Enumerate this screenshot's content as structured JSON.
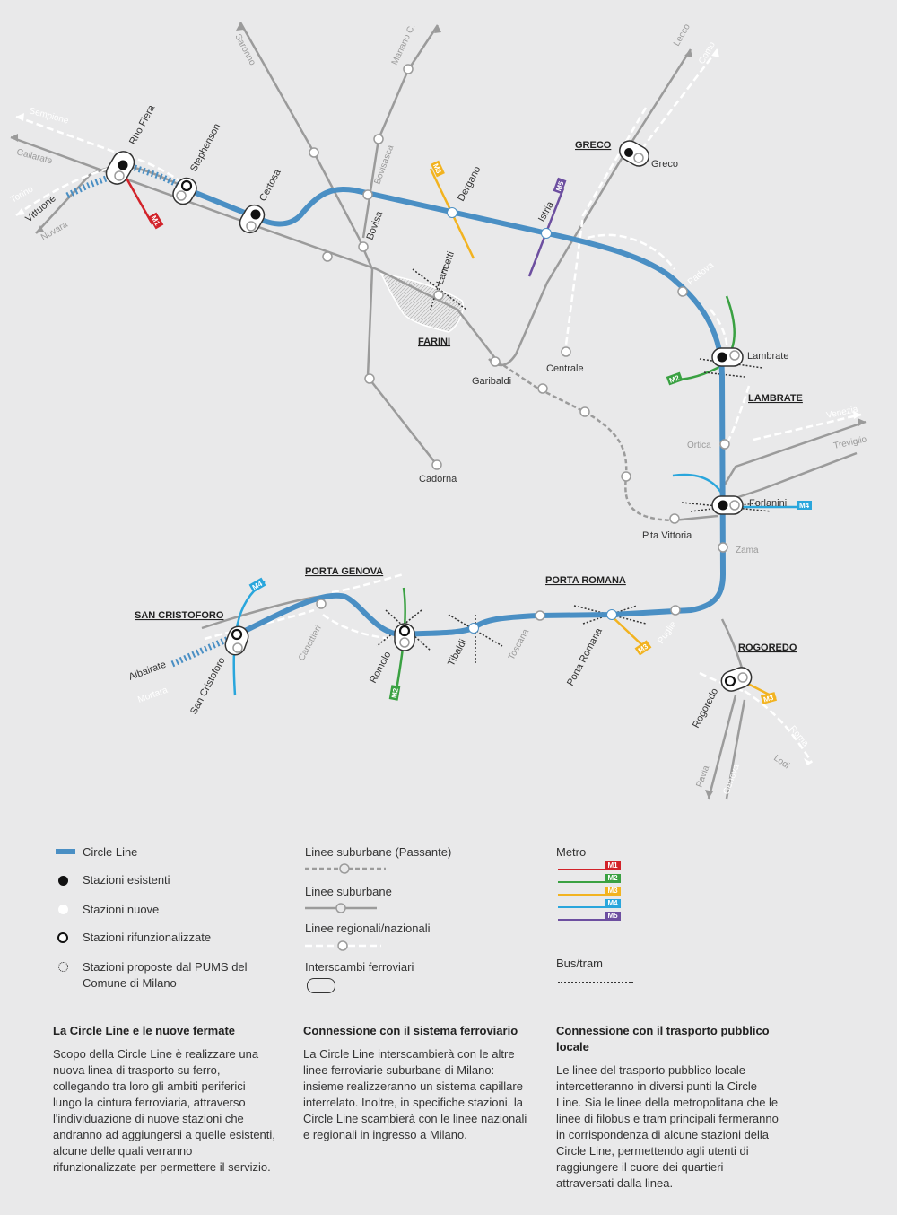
{
  "colors": {
    "circle_line": "#4a8fc4",
    "m1": "#d2232a",
    "m2": "#3aa142",
    "m3": "#f2b320",
    "m4": "#2aa6dc",
    "m5": "#6d4fa0",
    "suburban": "#9b9b9b",
    "regional": "#ffffff",
    "background": "#e9e9ea"
  },
  "map": {
    "areas": {
      "greco": "GRECO",
      "farini": "FARINI",
      "lambrate": "LAMBRATE",
      "porta_genova": "PORTA GENOVA",
      "san_cristoforo": "SAN CRISTOFORO",
      "porta_romana": "PORTA ROMANA",
      "rogoredo": "ROGOREDO"
    },
    "stations": {
      "rho_fiera": "Rho Fiera",
      "stephenson": "Stephenson",
      "certosa": "Certosa",
      "bovisa": "Bovisa",
      "bovisasca": "Bovisasca",
      "dergano": "Dergano",
      "lancetti": "Lancetti",
      "istria": "Istria",
      "greco": "Greco",
      "padova": "Padova",
      "lambrate": "Lambrate",
      "centrale": "Centrale",
      "garibaldi": "Garibaldi",
      "cadorna": "Cadorna",
      "ortica": "Ortica",
      "forlanini": "Forlanini",
      "pta_vittoria": "P.ta Vittoria",
      "zama": "Zama",
      "puglie": "Puglie",
      "porta_romana": "Porta Romana",
      "toscana": "Toscana",
      "tibaldi": "Tibaldi",
      "romolo": "Romolo",
      "canottieri": "Canottieri",
      "san_cristoforo": "San Cristoforo",
      "rogoredo": "Rogoredo"
    },
    "directions": {
      "sempione": "Sempione",
      "gallarate": "Gallarate",
      "torino": "Torino",
      "vittuone": "Vittuone",
      "novara": "Novara",
      "saronno": "Saronno",
      "mariano": "Mariano C.",
      "lecco": "Lecco",
      "como": "Como",
      "venezia": "Venezia",
      "treviglio": "Treviglio",
      "albairate": "Albairate",
      "mortara": "Mortara",
      "pavia": "Pavia",
      "genova": "Genova",
      "lodi": "Lodi",
      "roma": "Roma"
    },
    "metro_tags": {
      "m1": "M1",
      "m2": "M2",
      "m3": "M3",
      "m4": "M4",
      "m5": "M5"
    }
  },
  "legend": {
    "circle_line": "Circle Line",
    "existing": "Stazioni esistenti",
    "new": "Stazioni nuove",
    "refunctionalized": "Stazioni rifunzionalizzate",
    "proposed": "Stazioni proposte dal PUMS del Comune di Milano",
    "passante": "Linee suburbane (Passante)",
    "suburban": "Linee suburbane",
    "regional": "Linee regionali/nazionali",
    "interchanges": "Interscambi ferroviari",
    "metro_title": "Metro",
    "metro_lines": [
      "M1",
      "M2",
      "M3",
      "M4",
      "M5"
    ],
    "bus_tram": "Bus/tram"
  },
  "columns": [
    {
      "title": "La Circle Line e le nuove fermate",
      "text": "Scopo della Circle Line è realizzare una nuova linea di trasporto su ferro, collegando tra loro gli ambiti periferici lungo la cintura ferroviaria, attraverso l'individuazione di nuove stazioni che andranno ad aggiungersi a quelle esistenti, alcune delle quali verranno rifunzionalizzate per permettere il servizio."
    },
    {
      "title": "Connessione con il sistema ferroviario",
      "text": "La Circle Line interscambierà con le altre linee ferroviarie suburbane di Milano: insieme realizzeranno un sistema capillare interrelato. Inoltre, in specifiche stazioni, la Circle Line scambierà con le linee nazionali e regionali in ingresso a Milano."
    },
    {
      "title": "Connessione con il trasporto pubblico locale",
      "text": "Le linee del trasporto pubblico locale intercetteranno in diversi punti la Circle Line. Sia le linee della metropolitana che le linee di filobus e tram principali fermeranno in corrispondenza di alcune stazioni della Circle Line, permettendo agli utenti di raggiungere il cuore dei quartieri attraversati dalla linea."
    }
  ]
}
